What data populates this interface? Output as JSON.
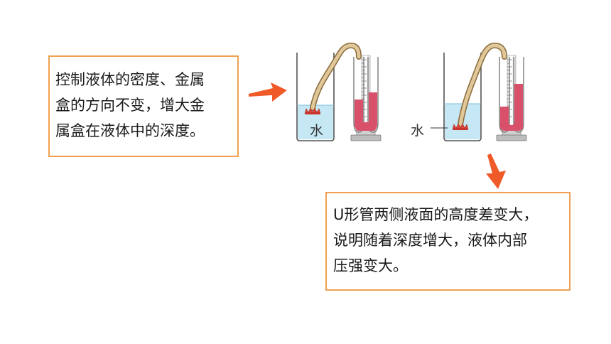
{
  "notes": {
    "left": {
      "lines": [
        "控制液体的密度、金属",
        "盒的方向不变，增大金",
        "属盒在液体中的深度。"
      ]
    },
    "right": {
      "lines": [
        "U形管两侧液面的高度差变大，",
        "说明随着深度增大，液体内部",
        "压强变大。"
      ]
    }
  },
  "diagram": {
    "beaker1_label": "水",
    "beaker2_label": "水"
  },
  "colors": {
    "arrow": "#f05a28",
    "note_border": "#f0a050",
    "water": "#c6e8f5",
    "manometer_liquid": "#d8506a"
  }
}
